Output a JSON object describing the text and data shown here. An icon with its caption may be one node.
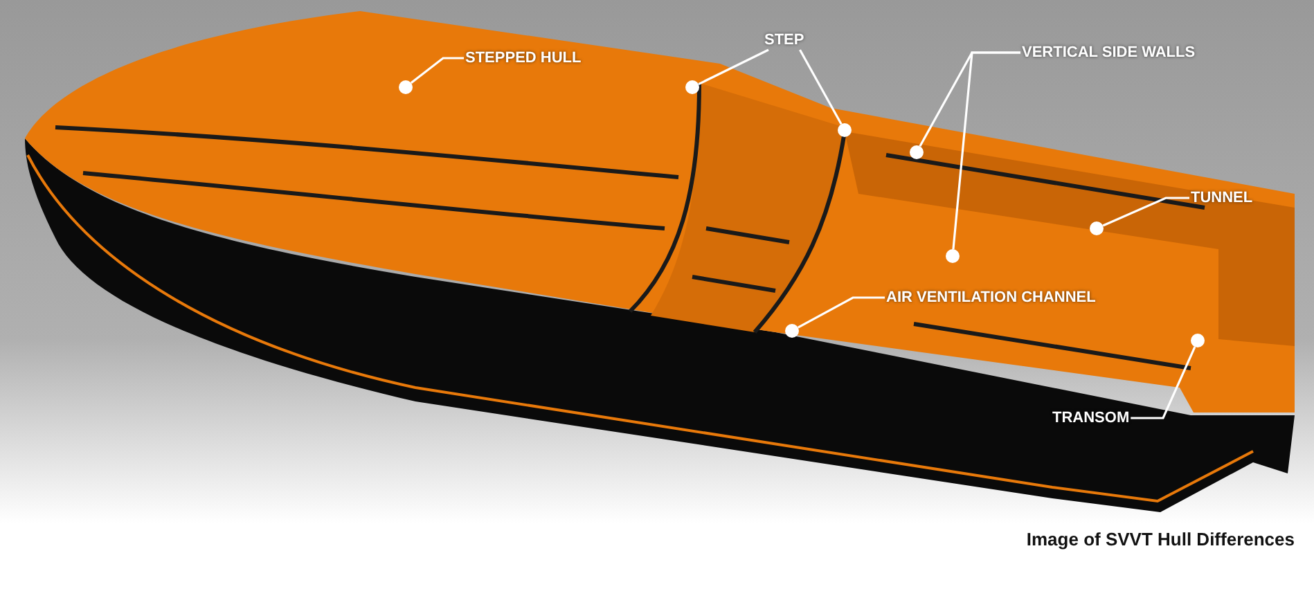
{
  "diagram": {
    "caption": "Image of SVVT Hull Differences",
    "nodes": [
      {
        "text": [
          "STEPPED HULL"
        ]
      },
      {
        "text": [],
        "shape": "circle"
      },
      {
        "text": [
          "STEP"
        ]
      },
      {
        "text": [],
        "shape": "circle"
      },
      {
        "text": [],
        "shape": "circle"
      },
      {
        "text": [
          "VERTICAL SIDE WALLS"
        ]
      },
      {
        "text": [],
        "shape": "circle"
      },
      {
        "text": [],
        "shape": "circle"
      },
      {
        "text": [
          "TUNNEL"
        ]
      },
      {
        "text": [],
        "shape": "circle"
      },
      {
        "text": [
          "AIR VENTILATION CHANNEL"
        ]
      },
      {
        "text": [],
        "shape": "circle"
      },
      {
        "text": [],
        "shape": "circle"
      },
      {
        "text": [
          "TRANSOM"
        ]
      }
    ],
    "edges": [
      {
        "from": 0,
        "to": 1,
        "arrow": "none"
      },
      {
        "from": 2,
        "to": 3,
        "arrow": "none"
      },
      {
        "from": 2,
        "to": 4,
        "arrow": "none"
      },
      {
        "from": 5,
        "to": 6,
        "arrow": "none"
      },
      {
        "from": 5,
        "to": 7,
        "arrow": "none"
      },
      {
        "from": 8,
        "to": 9,
        "arrow": "none"
      },
      {
        "from": 10,
        "to": 11,
        "arrow": "none"
      },
      {
        "from": 13,
        "to": 12,
        "arrow": "none"
      }
    ]
  }
}
